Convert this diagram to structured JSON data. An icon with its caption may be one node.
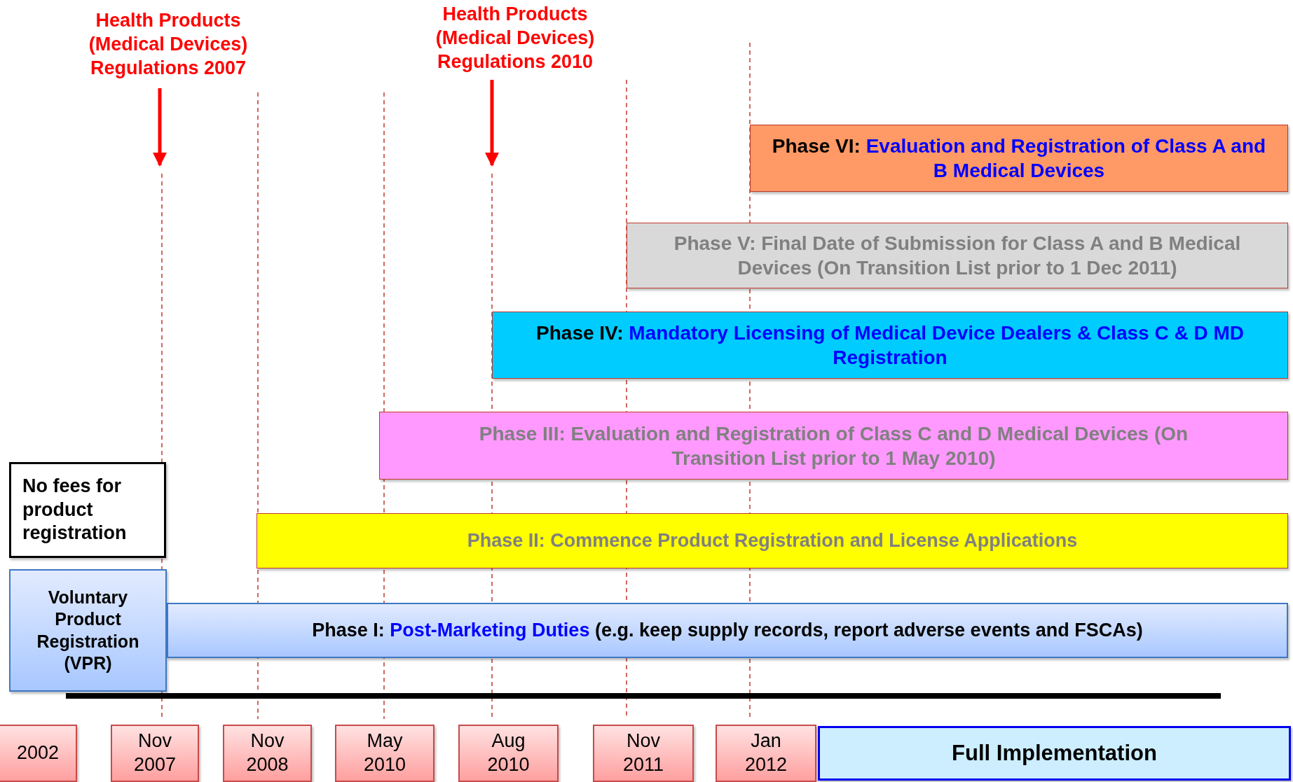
{
  "diagram": {
    "nodes": [
      {
        "text": [
          "Health Products (Medical Devices) Regulations 2007"
        ]
      },
      {
        "text": [
          "Health Products (Medical Devices) Regulations 2010"
        ]
      },
      {
        "text": [
          "Phase VI:",
          "Evaluation and Registration of Class A and B Medical Devices"
        ]
      },
      {
        "text": [
          "Phase V: Final Date of Submission for Class A and B Medical Devices (On Transition List prior to 1 Dec 2011)"
        ]
      },
      {
        "text": [
          "Phase IV:",
          "Mandatory Licensing of Medical Device Dealers & Class C & D MD Registration"
        ]
      },
      {
        "text": [
          "Phase III: Evaluation and Registration of Class C and D Medical Devices (On Transition List prior to 1 May 2010)"
        ]
      },
      {
        "text": [
          "Phase II: Commence Product Registration and License Applications"
        ]
      },
      {
        "text": [
          "No fees for product registration"
        ]
      },
      {
        "text": [
          "Voluntary Product Registration (VPR)"
        ]
      },
      {
        "text": [
          "Phase I:",
          "Post-Marketing Duties",
          "(e.g. keep supply records, report adverse events and FSCAs)"
        ]
      },
      {
        "text": [
          "2002"
        ]
      },
      {
        "text": [
          "Nov 2007"
        ]
      },
      {
        "text": [
          "Nov 2008"
        ]
      },
      {
        "text": [
          "May 2010"
        ]
      },
      {
        "text": [
          "Aug 2010"
        ]
      },
      {
        "text": [
          "Nov 2011"
        ]
      },
      {
        "text": [
          "Jan 2012"
        ]
      },
      {
        "text": [
          "Full Implementation"
        ]
      }
    ],
    "edges": [
      {
        "from": 0,
        "to": null,
        "arrow": "to"
      },
      {
        "from": 1,
        "to": null,
        "arrow": "to"
      }
    ]
  }
}
